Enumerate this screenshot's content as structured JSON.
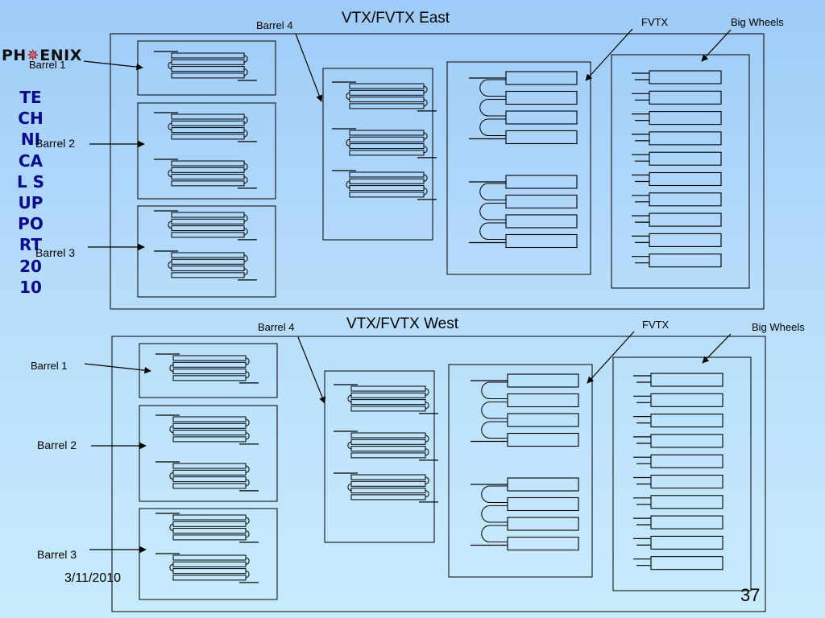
{
  "logo": {
    "text": "PHENIX",
    "part1": "PH",
    "part2": "ENIX"
  },
  "vertical_text": "TECHNICAL SUPPORT 2010",
  "east": {
    "title": "VTX/FVTX East",
    "labels": {
      "barrel1": "Barrel 1",
      "barrel2": "Barrel 2",
      "barrel3": "Barrel 3",
      "barrel4": "Barrel 4",
      "fvtx": "FVTX",
      "big_wheels": "Big Wheels"
    }
  },
  "west": {
    "title": "VTX/FVTX West",
    "labels": {
      "barrel1": "Barrel 1",
      "barrel2": "Barrel 2",
      "barrel3": "Barrel 3",
      "barrel4": "Barrel 4",
      "fvtx": "FVTX",
      "big_wheels": "Big Wheels"
    }
  },
  "footer": {
    "date": "3/11/2010",
    "page_number": "37"
  },
  "colors": {
    "line": "#000000",
    "box_fill": "#ffffff",
    "title_text": "#000000",
    "vertical_text": "#0a0a8a",
    "logo_accent": "#b01010"
  }
}
